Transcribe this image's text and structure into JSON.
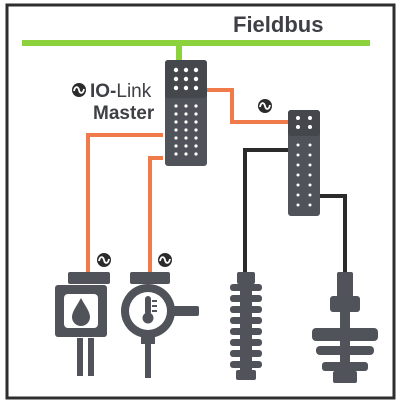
{
  "diagram": {
    "fieldbus_label": "Fieldbus",
    "iolink_label_bold": "IO-",
    "iolink_label_regular": "Link",
    "master_label": "Master"
  },
  "colors": {
    "fieldbus_line": "#8cd23d",
    "iolink_line": "#f07a4a",
    "standard_line": "#2b2b2b",
    "device_fill": "#505359",
    "frame_border": "#2e2e2e",
    "background": "#ffffff"
  },
  "icons": {
    "iolink_logo": "iolink-logo-icon",
    "master_device": "iolink-master-icon",
    "io_module": "io-module-icon",
    "level_sensor": "level-sensor-icon",
    "temperature_sensor": "temperature-sensor-icon",
    "inductive_sensor": "inductive-sensor-icon",
    "capacitive_sensor": "capacitive-sensor-icon"
  }
}
